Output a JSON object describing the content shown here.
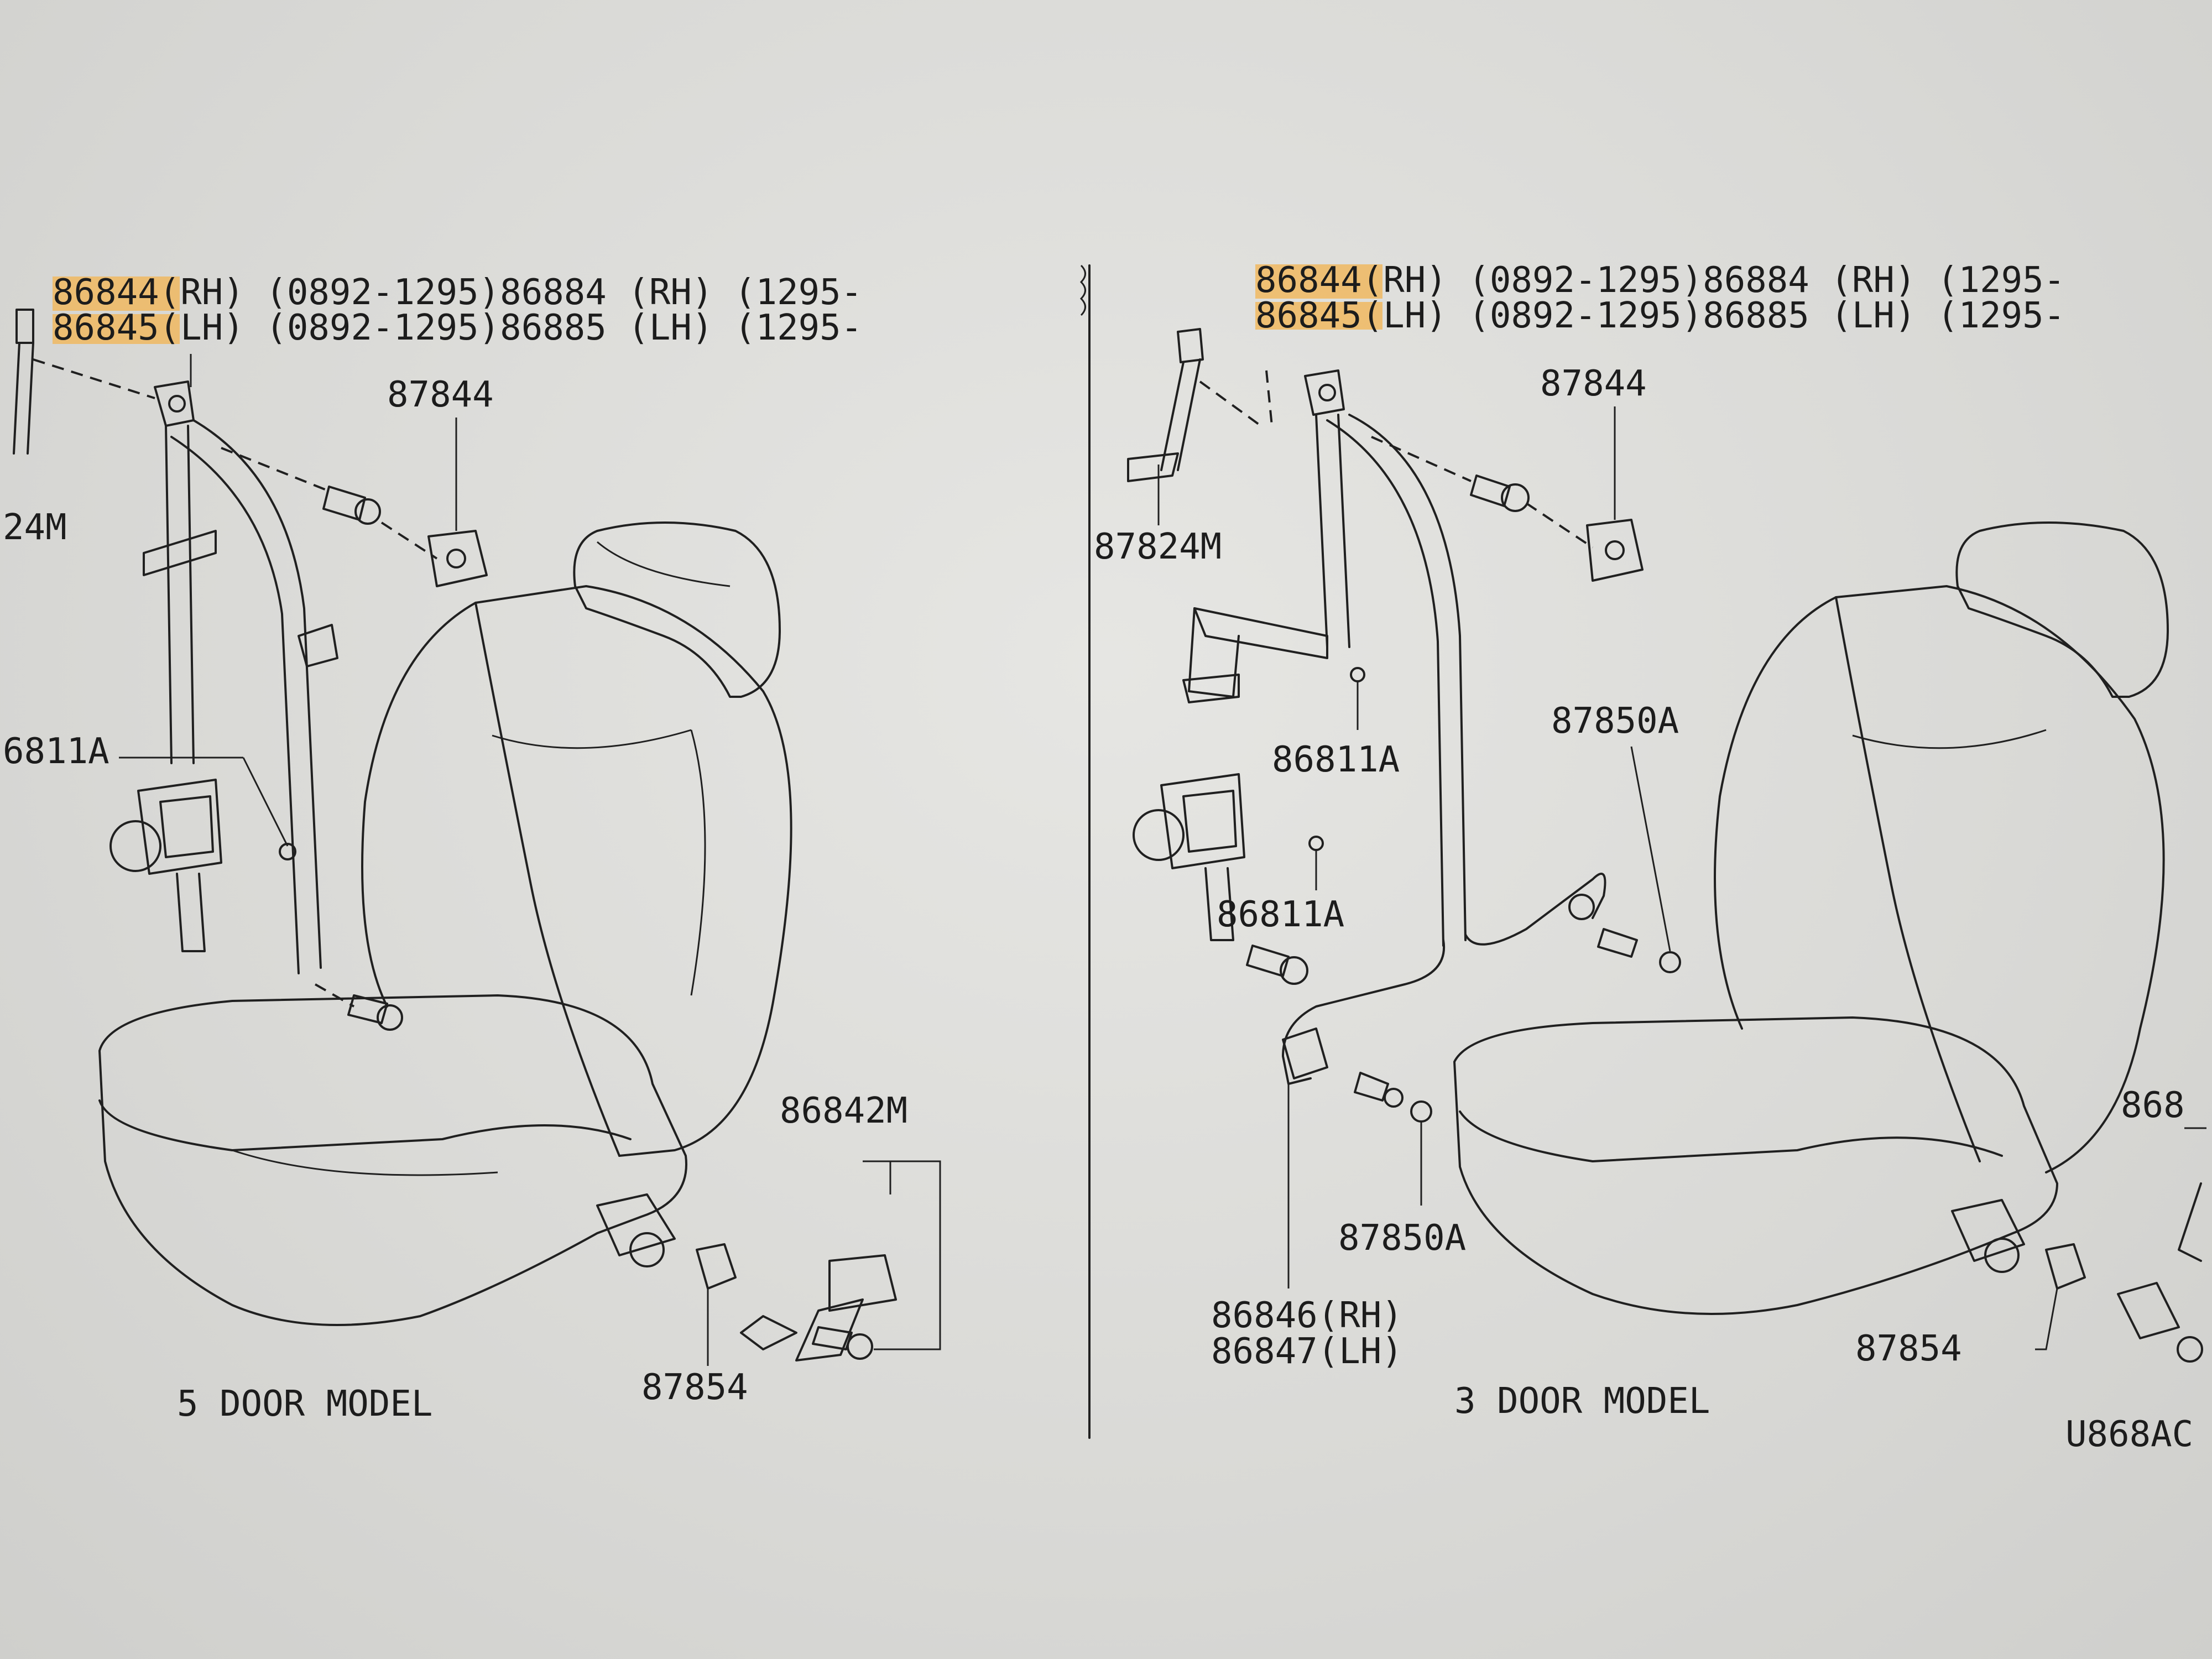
{
  "left_panel": {
    "header_rh": {
      "part_a": "86844",
      "rest": "(RH) (0892-1295)86884 (RH) (1295-"
    },
    "header_lh": {
      "part_a": "86845",
      "rest": "(LH) (0892-1295)86885 (LH) (1295-"
    },
    "labels": {
      "anchor_cover": "87844",
      "height_adjuster_partial": "24M",
      "retractor_bolt_partial": "6811A",
      "buckle": "86842M",
      "buckle_cover": "87854"
    },
    "model_name": "5 DOOR MODEL"
  },
  "right_panel": {
    "header_rh": {
      "part_a": "86844",
      "rest": "(RH) (0892-1295)86884 (RH) (1295-"
    },
    "header_lh": {
      "part_a": "86845",
      "rest": "(LH) (0892-1295)86885 (LH) (1295-"
    },
    "labels": {
      "anchor_cover": "87844",
      "height_adjuster": "87824M",
      "bolt_upper": "86811A",
      "bolt_lower": "86811A",
      "guide_cover_upper": "87850A",
      "guide_cover_lower": "87850A",
      "belt_rh": "86846(RH)",
      "belt_lh": "86847(LH)",
      "buckle_partial": "868",
      "buckle_cover": "87854"
    },
    "model_name": "3 DOOR MODEL",
    "figure_code": "U868AC"
  },
  "colors": {
    "highlight": "#f0b860",
    "ink": "#1c1c1c",
    "paper": "#dcdcd9"
  }
}
